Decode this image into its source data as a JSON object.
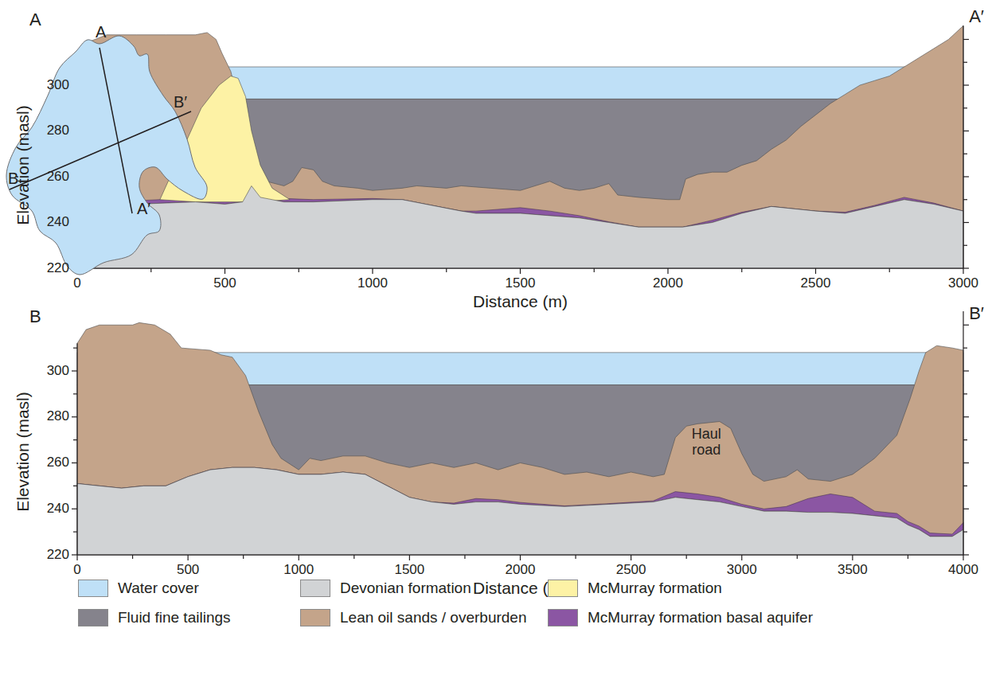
{
  "diagram": {
    "nodes": [
      {
        "text": [
          "Haul road"
        ]
      }
    ],
    "labels": [
      "A",
      "A′",
      "B",
      "B′",
      "A",
      "A′",
      "Elevation (masl)",
      "300",
      "280",
      "260",
      "240",
      "220",
      "0",
      "500",
      "1000",
      "1500",
      "2000",
      "2500",
      "3000",
      "Distance (m)",
      "B",
      "B′",
      "Elevation (masl)",
      "300",
      "280",
      "260",
      "240",
      "220",
      "0",
      "500",
      "1000",
      "1500",
      "2000",
      "2500",
      "3000",
      "3500",
      "4000",
      "Distance (m)"
    ],
    "legend": [
      {
        "text": "Water cover",
        "color": "#bfe0f7"
      },
      {
        "text": "Devonian formation",
        "color": "#d1d3d5"
      },
      {
        "text": "McMurray formation",
        "color": "#fdf2a5"
      },
      {
        "text": "Fluid fine tailings",
        "color": "#85838c"
      },
      {
        "text": "Lean oil sands / overburden",
        "color": "#c4a48a"
      },
      {
        "text": "McMurray formation basal aquifer",
        "color": "#8b56a3"
      }
    ]
  }
}
